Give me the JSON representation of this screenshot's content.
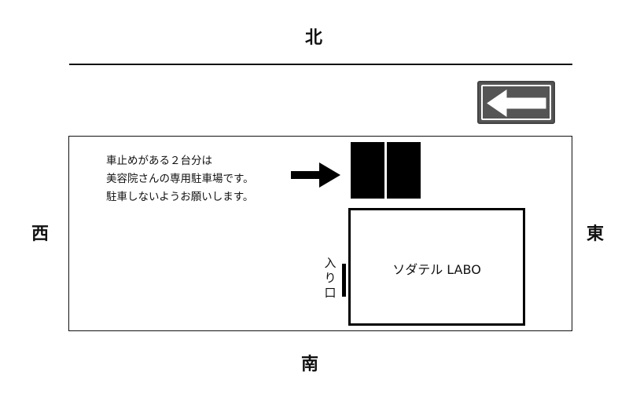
{
  "compass": {
    "north": "北",
    "south": "南",
    "east": "東",
    "west": "西"
  },
  "icons": {
    "direction_sign": "left-arrow-sign-icon",
    "pointer": "right-arrow-icon"
  },
  "note": {
    "lines": [
      "車止めがある２台分は",
      "美容院さんの専用駐車場です。",
      "駐車しないようお願いします。"
    ]
  },
  "building": {
    "name": "ソダテル LABO"
  },
  "entrance": {
    "chars": [
      "入",
      "り",
      "口"
    ]
  },
  "colors": {
    "line": "#111111",
    "parking": "#000000",
    "sign_background": "#555555",
    "sign_arrow": "#ffffff",
    "page_background": "#ffffff"
  }
}
